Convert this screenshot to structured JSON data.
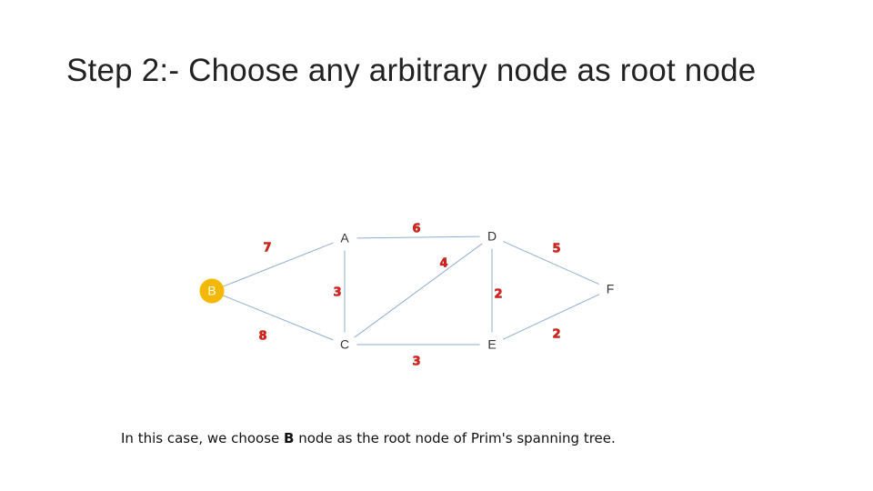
{
  "slide": {
    "title": "Step 2:- Choose any arbitrary node as root node",
    "caption": {
      "before": "In this case, we choose ",
      "bold": "B",
      "after": " node as the root node of Prim's spanning tree."
    }
  },
  "graph": {
    "root_color": "#f5b800",
    "edge_color": "#8eaed0",
    "weight_color": "#e0201a",
    "nodes": [
      "A",
      "B",
      "C",
      "D",
      "E",
      "F"
    ],
    "root": "B",
    "edges": [
      {
        "from": "B",
        "to": "A",
        "weight": "7"
      },
      {
        "from": "B",
        "to": "C",
        "weight": "8"
      },
      {
        "from": "A",
        "to": "C",
        "weight": "3"
      },
      {
        "from": "A",
        "to": "D",
        "weight": "6"
      },
      {
        "from": "C",
        "to": "D",
        "weight": "4"
      },
      {
        "from": "C",
        "to": "E",
        "weight": "3"
      },
      {
        "from": "D",
        "to": "E",
        "weight": "2"
      },
      {
        "from": "D",
        "to": "F",
        "weight": "5"
      },
      {
        "from": "E",
        "to": "F",
        "weight": "2"
      }
    ]
  }
}
